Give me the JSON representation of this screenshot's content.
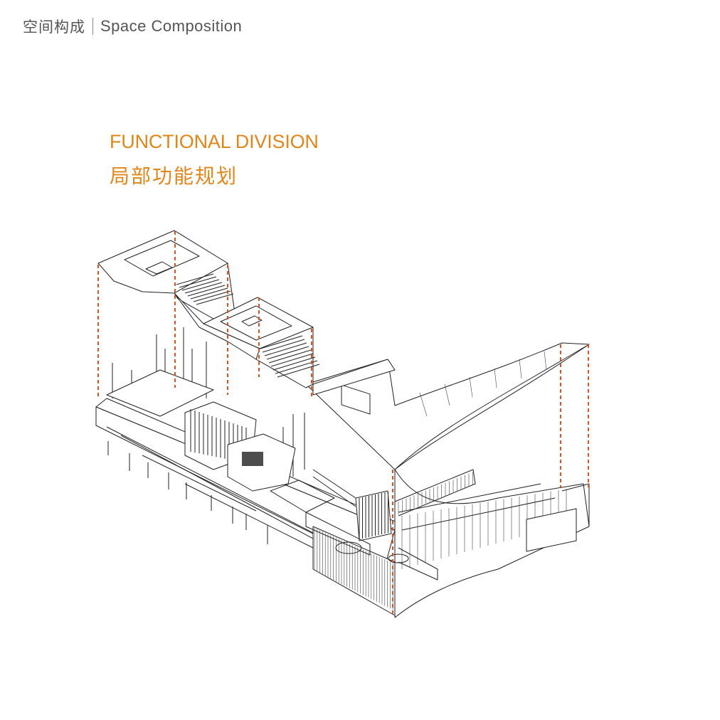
{
  "header": {
    "zh": "空间构成",
    "en": "Space Composition"
  },
  "title": {
    "en": "FUNCTIONAL DIVISION",
    "zh": "局部功能规划"
  },
  "colors": {
    "accent": "#e2861a",
    "guide": "#e5501a",
    "line": "#222222",
    "text_gray": "#555555"
  }
}
